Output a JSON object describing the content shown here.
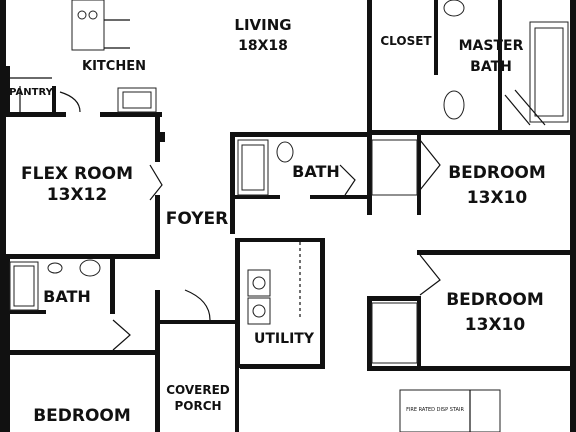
{
  "rooms": {
    "living": {
      "name": "LIVING",
      "size": "18X18"
    },
    "kitchen": {
      "name": "KITCHEN"
    },
    "pantry": {
      "name": "PANTRY"
    },
    "closet": {
      "name": "CLOSET"
    },
    "master_bath": {
      "name": "MASTER",
      "name2": "BATH"
    },
    "flex": {
      "name": "FLEX ROOM",
      "size": "13X12"
    },
    "foyer": {
      "name": "FOYER"
    },
    "bath_center": {
      "name": "BATH"
    },
    "bedroom_1": {
      "name": "BEDROOM",
      "size": "13X10"
    },
    "bedroom_2": {
      "name": "BEDROOM",
      "size": "13X10"
    },
    "bath_left": {
      "name": "BATH"
    },
    "utility": {
      "name": "UTILITY"
    },
    "porch": {
      "name": "COVERED",
      "name2": "PORCH"
    },
    "bedroom_3": {
      "name": "BEDROOM"
    }
  },
  "notes": {
    "stair": "FIRE RATED DISP STAIR"
  }
}
